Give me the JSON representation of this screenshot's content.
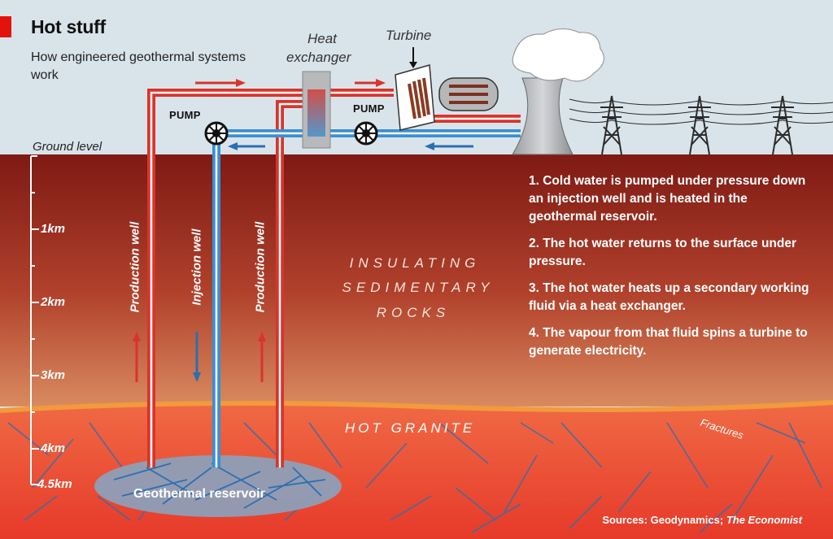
{
  "header": {
    "title": "Hot stuff",
    "subtitle": "How engineered geothermal systems work"
  },
  "labels": {
    "heat_exchanger_line1": "Heat",
    "heat_exchanger_line2": "exchanger",
    "turbine": "Turbine",
    "pump_left": "PUMP",
    "pump_right": "PUMP",
    "ground_level": "Ground level",
    "production_well_left": "Production well",
    "injection_well": "Injection well",
    "production_well_right": "Production well",
    "insulating_line1": "INSULATING",
    "insulating_line2": "SEDIMENTARY",
    "insulating_line3": "ROCKS",
    "hot_granite": "HOT GRANITE",
    "fractures": "Fractures",
    "geothermal_reservoir": "Geothermal reservoir"
  },
  "depth_scale": [
    "1km",
    "2km",
    "3km",
    "4km",
    "4.5km"
  ],
  "steps": [
    "1. Cold water is pumped under pressure down an injection well and is heated in the geothermal reservoir.",
    "2. The hot water returns to the surface under pressure.",
    "3. The hot water heats up a secondary working fluid via a heat exchanger.",
    "4. The vapour from that fluid spins a turbine to generate electricity."
  ],
  "sources": {
    "prefix": "Sources: Geodynamics; ",
    "publication": "The Economist"
  },
  "colors": {
    "hot_pipe": "#d9342b",
    "cold_pipe": "#3b8fcf",
    "accent_red": "#e3120b",
    "sky": "#d9e4ea",
    "sediment_top": "#8a1f17",
    "granite": "#e8492f"
  }
}
